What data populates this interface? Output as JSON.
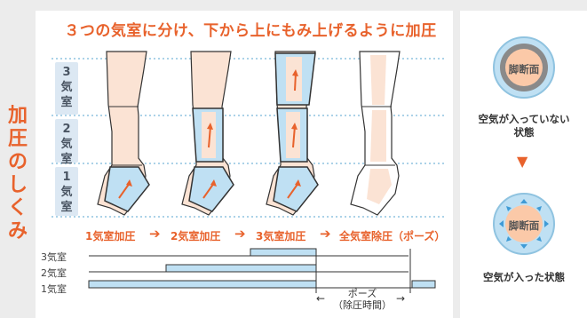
{
  "headline": "３つの気室に分け、下から上にもみ上げるように加圧",
  "side_title": [
    "加",
    "圧",
    "の",
    "し",
    "く",
    "み"
  ],
  "chambers": [
    {
      "num": "3",
      "chars": [
        "気",
        "室"
      ]
    },
    {
      "num": "2",
      "chars": [
        "気",
        "室"
      ]
    },
    {
      "num": "1",
      "chars": [
        "気",
        "室"
      ]
    }
  ],
  "steps": [
    "1気室加圧",
    "2気室加圧",
    "3気室加圧",
    "全気室除圧（ポーズ）"
  ],
  "step_arrow": "➔",
  "timeline": {
    "labels": [
      "3気室",
      "2気室",
      "1気室"
    ],
    "pause_label_line1": "ポーズ",
    "pause_label_line2": "（除圧時間）",
    "pause_arrow_left": "←",
    "pause_arrow_right": "→"
  },
  "right": {
    "circle_label": "脚断面",
    "caption_empty_line1": "空気が入っていない",
    "caption_empty_line2": "状態",
    "caption_filled": "空気が入った状態",
    "down_arrow": "▼"
  },
  "colors": {
    "accent": "#e8622c",
    "air": "#bfe0f3",
    "skin": "#fbe3d4",
    "dotline": "#8fc3e0"
  }
}
